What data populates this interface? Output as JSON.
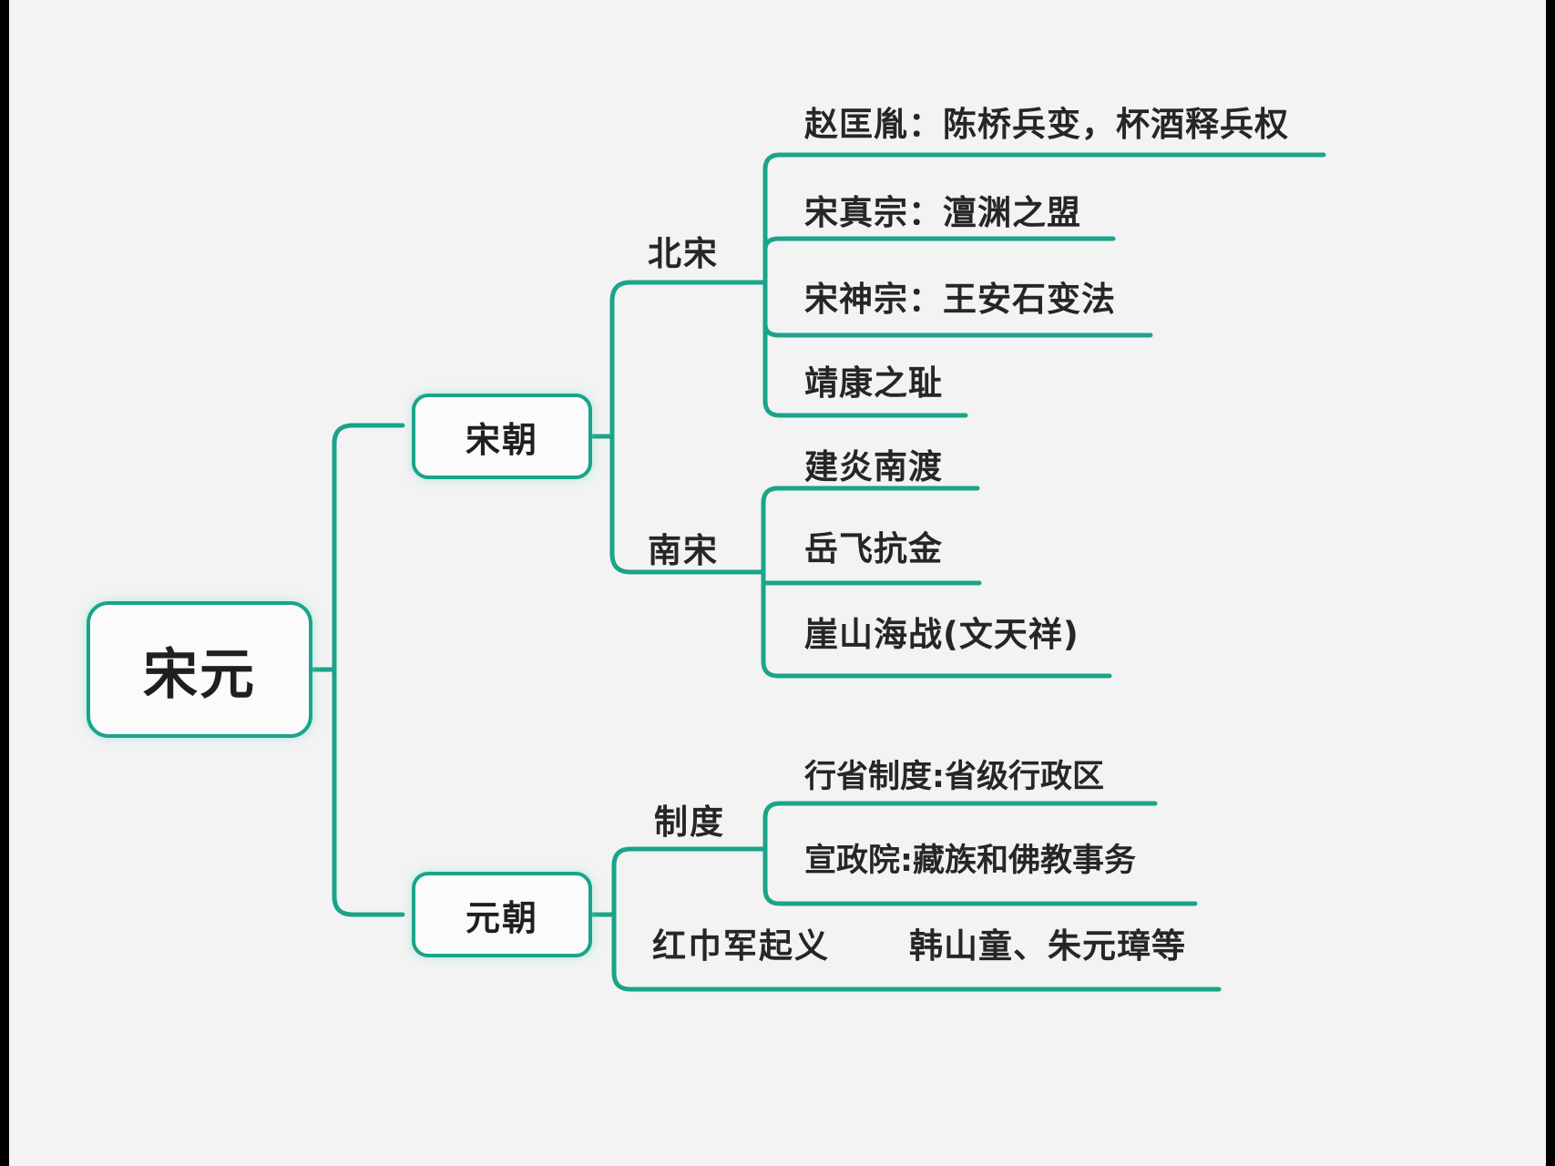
{
  "diagram": {
    "type": "mindmap",
    "title": "宋元",
    "accent_color": "#1aa48a",
    "background_color": "#f3f3f3",
    "text_color": "#262626",
    "root": {
      "label": "宋元",
      "children": [
        {
          "label": "宋朝",
          "children": [
            {
              "label": "北宋",
              "children": [
                {
                  "label": "赵匡胤：陈桥兵变，杯酒释兵权"
                },
                {
                  "label": "宋真宗：澶渊之盟"
                },
                {
                  "label": "宋神宗：王安石变法"
                },
                {
                  "label": "靖康之耻"
                }
              ]
            },
            {
              "label": "南宋",
              "children": [
                {
                  "label": "建炎南渡"
                },
                {
                  "label": "岳飞抗金"
                },
                {
                  "label": "崖山海战(文天祥)"
                }
              ]
            }
          ]
        },
        {
          "label": "元朝",
          "children": [
            {
              "label": "制度",
              "children": [
                {
                  "label": "行省制度:省级行政区"
                },
                {
                  "label": "宣政院:藏族和佛教事务"
                }
              ]
            },
            {
              "label": "红巾军起义",
              "children": [
                {
                  "label": "韩山童、朱元璋等"
                }
              ]
            }
          ]
        }
      ]
    },
    "flat_labels": {
      "root": "宋元",
      "song": "宋朝",
      "yuan": "元朝",
      "beisong": "北宋",
      "nansong": "南宋",
      "zhidu": "制度",
      "hongjinjun": "红巾军起义",
      "leaf_1": "赵匡胤：陈桥兵变，杯酒释兵权",
      "leaf_2": "宋真宗：澶渊之盟",
      "leaf_3": "宋神宗：王安石变法",
      "leaf_4": "靖康之耻",
      "leaf_5": "建炎南渡",
      "leaf_6": "岳飞抗金",
      "leaf_7": "崖山海战(文天祥)",
      "leaf_8": "行省制度:省级行政区",
      "leaf_9": "宣政院:藏族和佛教事务",
      "leaf_10": "韩山童、朱元璋等"
    }
  }
}
